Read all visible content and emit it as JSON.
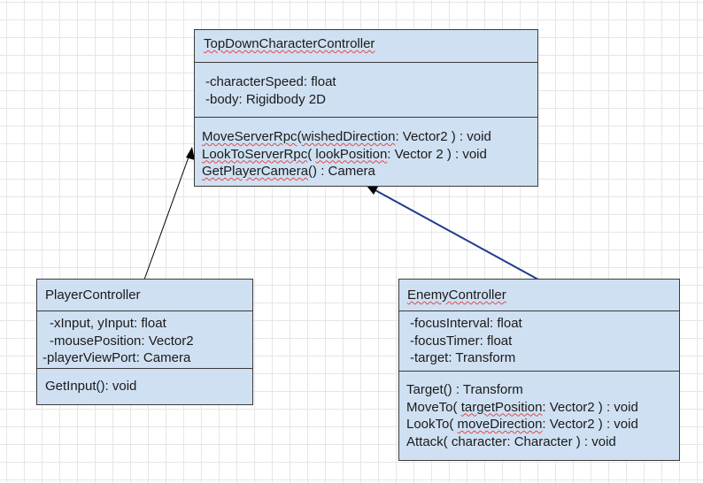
{
  "classes": {
    "top_down": {
      "name_parts": [
        "TopDownCharacterController"
      ],
      "attributes": [
        "-characterSpeed: float",
        "-body: Rigidbody 2D"
      ],
      "methods": [
        {
          "parts": [
            "MoveServerRpc",
            "(",
            "wishedDirection",
            ": Vector2 ) : void"
          ]
        },
        {
          "parts": [
            "LookToServerRpc",
            "( ",
            "lookPosition",
            ": Vector 2 ) : void"
          ]
        },
        {
          "parts": [
            "GetPlayerCamera",
            "() : Camera"
          ]
        }
      ]
    },
    "player": {
      "name_parts": [
        "PlayerController"
      ],
      "attributes": [
        "-xInput, yInput: float",
        "-mousePosition: Vector2",
        "-playerViewPort: Camera"
      ],
      "methods": [
        {
          "parts": [
            "GetInput(): void"
          ]
        }
      ]
    },
    "enemy": {
      "name_parts": [
        "EnemyController"
      ],
      "attributes": [
        "-focusInterval: float",
        "-focusTimer: float",
        "-target: Transform"
      ],
      "methods": [
        {
          "parts": [
            "Target() : Transform"
          ]
        },
        {
          "parts": [
            "MoveTo( ",
            "targetPosition",
            ": Vector2 ) : void"
          ]
        },
        {
          "parts": [
            "LookTo( ",
            "moveDirection",
            ": Vector2 ) : void"
          ]
        },
        {
          "parts": [
            "Attack( character: Character ) : void"
          ]
        }
      ]
    }
  },
  "colors": {
    "box_fill": "#cfe0f2",
    "box_border": "#3a3a3a",
    "player_edge": "#000000",
    "enemy_edge": "#1f3b8f",
    "spellcheck": "#e04a4a"
  }
}
